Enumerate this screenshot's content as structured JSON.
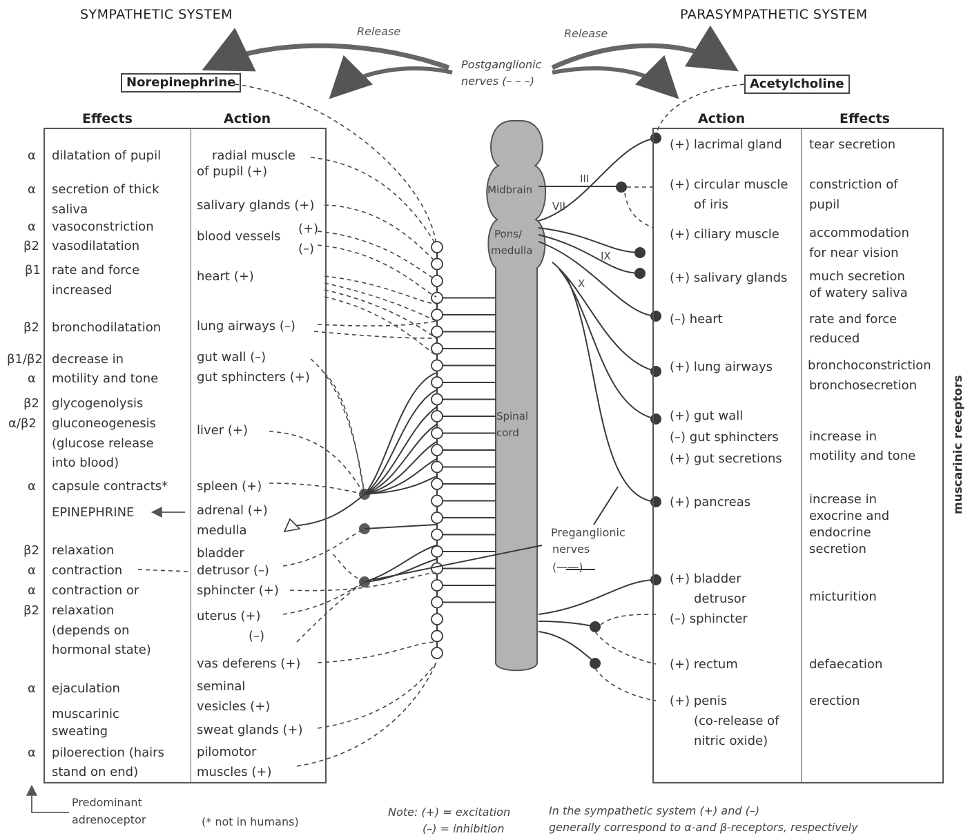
{
  "titles": {
    "sympathetic": "SYMPATHETIC SYSTEM",
    "parasympathetic": "PARASYMPATHETIC SYSTEM",
    "release_left": "Release",
    "release_right": "Release",
    "postganglionic_line1": "Postganglionic",
    "postganglionic_line2": "nerves (– – –)",
    "norepinephrine": "Norepinephrine",
    "acetylcholine": "Acetylcholine"
  },
  "headers": {
    "left_effects": "Effects",
    "left_action": "Action",
    "right_action": "Action",
    "right_effects": "Effects"
  },
  "left_receptors": [
    "α",
    "α",
    "α",
    "β2",
    "β1",
    "β2",
    "β1/β2",
    "α",
    "β2",
    "α/β2",
    "α",
    "β2",
    "α",
    "α",
    "β2",
    "α",
    "α"
  ],
  "left_effects": [
    "dilatation of pupil",
    "secretion of thick",
    "saliva",
    "vasoconstriction",
    "vasodilatation",
    "rate and force",
    "increased",
    "bronchodilatation",
    "decrease in",
    "motility and tone",
    "glycogenolysis",
    "gluconeogenesis",
    "(glucose release",
    "into blood)",
    "capsule contracts*",
    "EPINEPHRINE",
    "relaxation",
    "contraction",
    "contraction or",
    "relaxation",
    "(depends on",
    "hormonal state)",
    "ejaculation",
    "muscarinic",
    "sweating",
    "piloerection (hairs",
    "stand on end)"
  ],
  "left_actions": [
    "radial muscle",
    "of pupil (+)",
    "salivary glands (+)",
    "blood vessels",
    "(+)",
    "(–)",
    "heart (+)",
    "lung airways (–)",
    "gut wall (–)",
    "gut sphincters (+)",
    "liver (+)",
    "spleen (+)",
    "adrenal (+)",
    "medulla",
    "bladder",
    "detrusor (–)",
    "sphincter (+)",
    "uterus (+)",
    "(–)",
    "vas deferens (+)",
    "seminal",
    "vesicles (+)",
    "sweat glands (+)",
    "pilomotor",
    "muscles (+)"
  ],
  "cns": {
    "midbrain": "Midbrain",
    "pons_line1": "Pons/",
    "pons_line2": "medulla",
    "spinal_line1": "Spinal",
    "spinal_line2": "cord",
    "n3": "III",
    "n7": "VII",
    "n9": "IX",
    "n10": "X"
  },
  "preganglionic": {
    "line1": "Preganglionic",
    "line2": "nerves",
    "line3": "(——)"
  },
  "right_actions": [
    "(+) lacrimal gland",
    "(+) circular muscle",
    "of iris",
    "(+) ciliary muscle",
    "(+) salivary glands",
    "(–) heart",
    "(+) lung airways",
    "(+) gut wall",
    "(–) gut sphincters",
    "(+) gut secretions",
    "(+) pancreas",
    "(+) bladder",
    "detrusor",
    "(–) sphincter",
    "(+) rectum",
    "(+) penis",
    "(co-release of",
    "nitric oxide)"
  ],
  "right_effects": [
    "tear secretion",
    "constriction of",
    "pupil",
    "accommodation",
    "for near vision",
    "much secretion",
    "of watery saliva",
    "rate and force",
    "reduced",
    "bronchoconstriction",
    "bronchosecretion",
    "increase in",
    "motility and tone",
    "increase in",
    "exocrine and",
    "endocrine",
    "secretion",
    "micturition",
    "defaecation",
    "erection"
  ],
  "side_label": "muscarinic receptors",
  "footer": {
    "predominant1": "Predominant",
    "predominant2": "adrenoceptor",
    "not_humans": "(* not in humans)",
    "note1": "Note: (+) = excitation",
    "note2": "(–) = inhibition",
    "general1": "In the sympathetic system (+) and (–)",
    "general2": "generally correspond to α-and β-receptors, respectively"
  },
  "colors": {
    "cns_fill": "#b3b3b3",
    "ganglion_fill": "#5a5a5a",
    "line": "#3a3a3a"
  }
}
